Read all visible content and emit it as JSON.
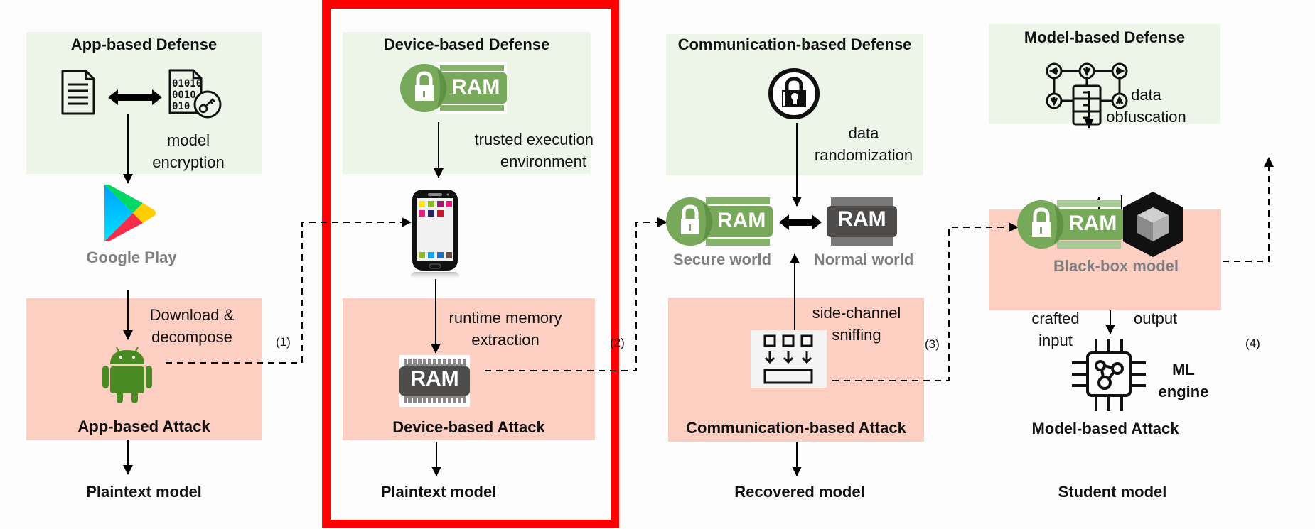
{
  "figure": {
    "highlight_color": "#ff0000",
    "defense_color": "#edf5e8",
    "attack_color": "#fdcfc3"
  },
  "columns": [
    {
      "id": "app",
      "defense_title": "App-based Defense",
      "defense_label": [
        "model",
        "encryption"
      ],
      "middle_label": "Google Play",
      "attack_label": [
        "Download &",
        "decompose"
      ],
      "attack_title": "App-based Attack",
      "result": "Plaintext model",
      "link_number": "(1)"
    },
    {
      "id": "device",
      "defense_title": "Device-based Defense",
      "defense_chip_text": "RAM",
      "defense_label": [
        "trusted execution",
        "environment"
      ],
      "attack_label": [
        "runtime memory",
        "extraction"
      ],
      "attack_chip_text": "RAM",
      "attack_title": "Device-based Attack",
      "result": "Plaintext model",
      "link_number": "(2)",
      "highlighted": true
    },
    {
      "id": "communication",
      "defense_title": "Communication-based Defense",
      "defense_label": [
        "data",
        "randomization"
      ],
      "secure_chip_text": "RAM",
      "normal_chip_text": "RAM",
      "secure_label": "Secure world",
      "normal_label": "Normal world",
      "attack_label": [
        "side-channel",
        "sniffing"
      ],
      "attack_title": "Communication-based Attack",
      "result": "Recovered model",
      "link_number": "(3)"
    },
    {
      "id": "model",
      "defense_title": "Model-based Defense",
      "defense_label": [
        "data",
        "obfuscation"
      ],
      "chip_text": "RAM",
      "blackbox_label": "Black-box model",
      "input_label": [
        "crafted",
        "input"
      ],
      "output_label": "output",
      "engine_label": [
        "ML",
        "engine"
      ],
      "attack_title": "Model-based Attack",
      "result": "Student model",
      "link_number": "(4)"
    }
  ]
}
